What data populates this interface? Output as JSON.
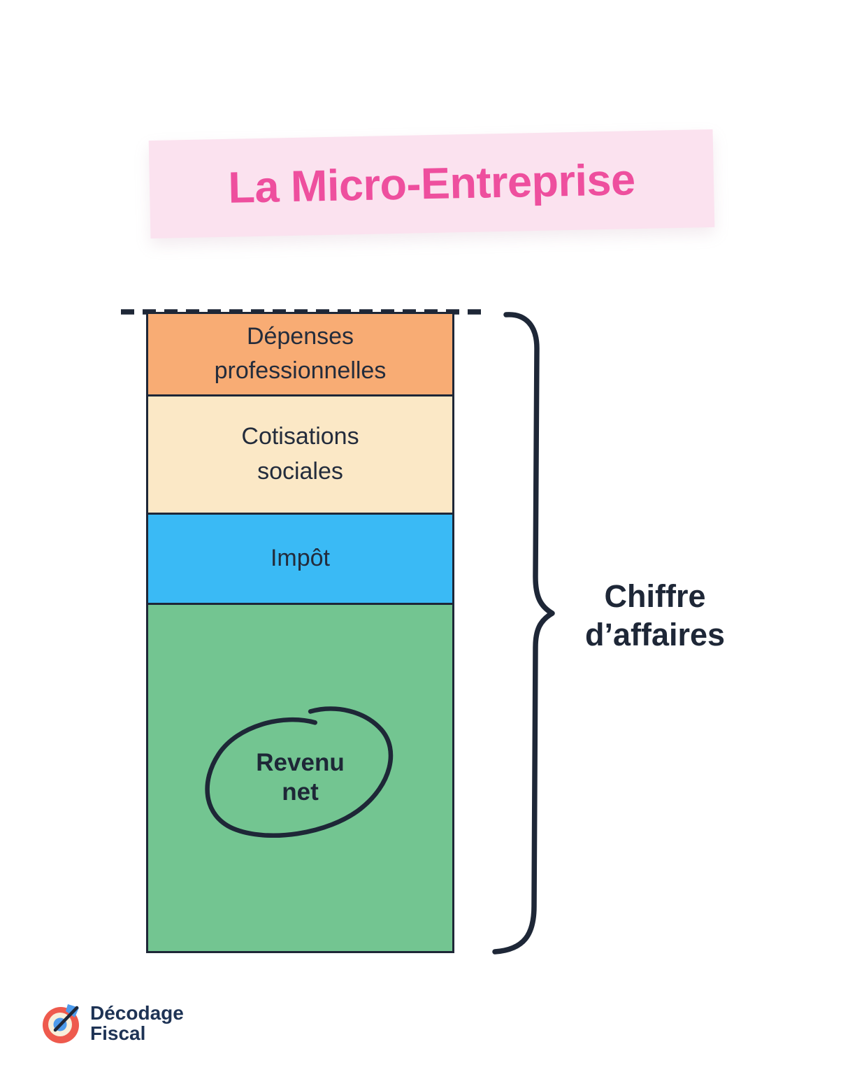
{
  "banner": {
    "title": "La Micro-Entreprise",
    "text_color": "#EE4F9E",
    "bg_color": "#FBE2EF"
  },
  "chart_data": {
    "type": "bar",
    "subtype": "stacked-single-column-proportions",
    "title": "La Micro-Entreprise",
    "orientation": "vertical",
    "axes": "none",
    "top_boundary_style": "dashed-line",
    "categories": [
      "Chiffre d'affaires"
    ],
    "segments": [
      {
        "label": "Dépenses\nprofessionnelles",
        "color": "#F8AC74",
        "height_pct": 12.7
      },
      {
        "label": "Cotisations\nsociales",
        "color": "#FBE8C6",
        "height_pct": 18.4
      },
      {
        "label": "Impôt",
        "color": "#3ABAF5",
        "height_pct": 14.0
      },
      {
        "label": "Revenu\nnet",
        "color": "#73C591",
        "height_pct": 54.9,
        "annotation": "hand-drawn-circle"
      }
    ],
    "bracket": {
      "label": "Chiffre\nd’affaires",
      "side": "right",
      "style": "hand-drawn-curly-brace",
      "color": "#1E2737"
    },
    "outline_color": "#1E2737"
  },
  "logo": {
    "text": "Décodage\nFiscal",
    "icon": "target-dart-icon",
    "text_color": "#1E3355",
    "icon_colors": {
      "ring": "#EE5A4D",
      "inner": "#F8EFDA",
      "bull": "#4D9BEC",
      "dart": "#1E2737"
    }
  }
}
